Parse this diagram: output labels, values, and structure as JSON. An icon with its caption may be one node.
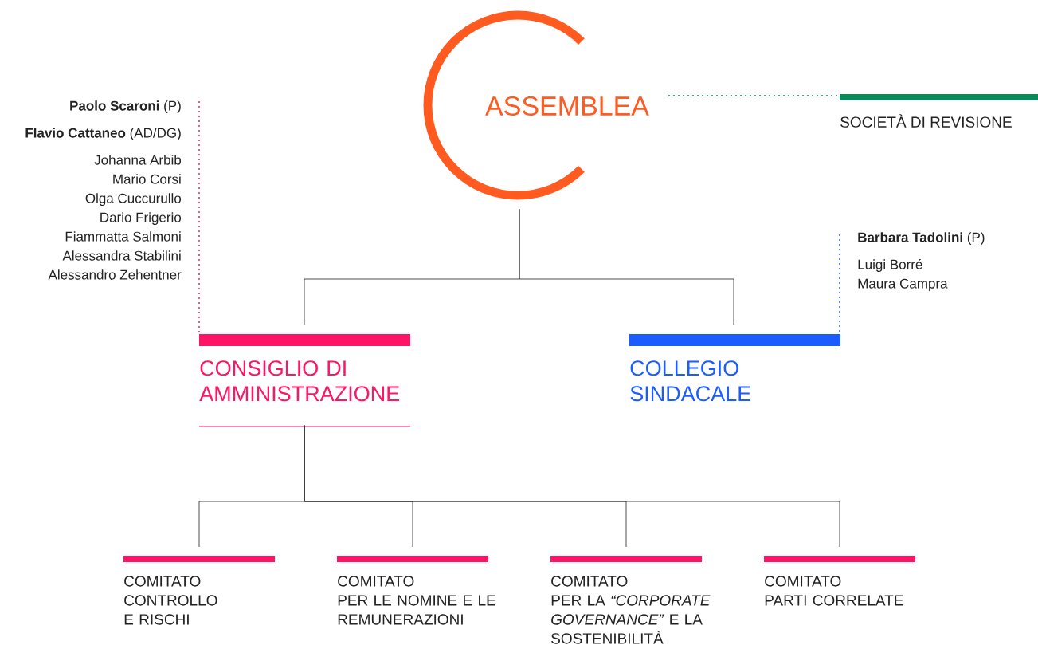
{
  "diagram": {
    "nodes": [
      {
        "text": [
          "ASSEMBLEA"
        ]
      },
      {
        "text": [
          "CONSIGLIO DI AMMINISTRAZIONE"
        ]
      },
      {
        "text": [
          "COLLEGIO SINDACALE"
        ]
      },
      {
        "text": [
          "SOCIETÀ DI REVISIONE"
        ]
      },
      {
        "text": [
          "**Paolo Scaroni** (P)",
          "**Flavio Cattaneo** (AD/DG)",
          "Johanna Arbib",
          "Mario Corsi",
          "Olga Cuccurullo",
          "Dario Frigerio",
          "Fiammatta Salmoni",
          "Alessandra Stabilini",
          "Alessandro Zehentner"
        ]
      },
      {
        "text": [
          "**Barbara Tadolini** (P)",
          "Luigi Borré",
          "Maura Campra"
        ]
      },
      {
        "text": [
          "COMITATO",
          "CONTROLLO E RISCHI"
        ]
      },
      {
        "text": [
          "COMITATO",
          "PER LE NOMINE E LE REMUNERAZIONI"
        ]
      },
      {
        "text": [
          "COMITATO",
          "PER LA *“CORPORATE GOVERNANCE”* E LA SOSTENIBILITÀ"
        ]
      },
      {
        "text": [
          "COMITATO",
          "PARTI CORRELATE"
        ]
      }
    ],
    "edges": [
      {
        "from": 0,
        "to": 1,
        "arrow": "none"
      },
      {
        "from": 0,
        "to": 2,
        "arrow": "none"
      },
      {
        "from": 0,
        "to": 3,
        "arrow": "none",
        "style": "dashed",
        "color": "#0a8a5a"
      },
      {
        "from": 4,
        "to": 1,
        "arrow": "none",
        "style": "dashed",
        "color": "#ff1466"
      },
      {
        "from": 5,
        "to": 2,
        "arrow": "none",
        "style": "dashed",
        "color": "#1a5cff"
      },
      {
        "from": 1,
        "to": 6,
        "arrow": "none"
      },
      {
        "from": 1,
        "to": 7,
        "arrow": "none"
      },
      {
        "from": 1,
        "to": 8,
        "arrow": "none"
      },
      {
        "from": 1,
        "to": 9,
        "arrow": "none"
      }
    ]
  }
}
